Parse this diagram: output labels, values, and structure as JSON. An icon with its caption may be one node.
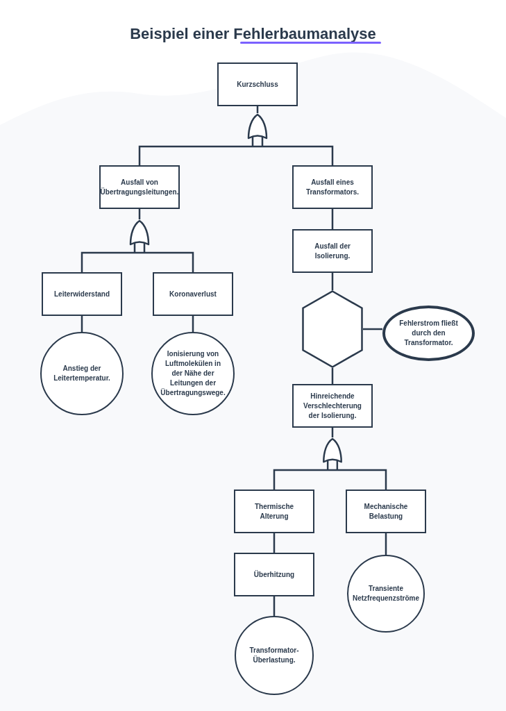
{
  "diagram": {
    "title": "Beispiel einer Fehlerbaumanalyse",
    "nodes": [
      {
        "text": [
          "Kurzschluss"
        ]
      },
      {
        "text": [],
        "shape": "gate"
      },
      {
        "text": [
          "Ausfall von Übertragungsleitungen."
        ]
      },
      {
        "text": [
          "Ausfall eines Transformators."
        ]
      },
      {
        "text": [],
        "shape": "gate"
      },
      {
        "text": [
          "Leiterwiderstand"
        ]
      },
      {
        "text": [
          "Koronaverlust"
        ]
      },
      {
        "text": [
          "Anstieg der Leitertemperatur."
        ]
      },
      {
        "text": [
          "Ionisierung von Luftmolekülen in der Nähe der Leitungen der Übertragungswege."
        ]
      },
      {
        "text": [
          "Ausfall der Isolierung."
        ]
      },
      {
        "text": [],
        "shape": "hexagon"
      },
      {
        "text": [
          "Fehlerstrom fließt durch den Transformator."
        ]
      },
      {
        "text": [
          "Hinreichende Verschlechterung der Isolierung."
        ]
      },
      {
        "text": [],
        "shape": "gate"
      },
      {
        "text": [
          "Thermische Alterung"
        ]
      },
      {
        "text": [
          "Mechanische Belastung"
        ]
      },
      {
        "text": [
          "Überhitzung"
        ]
      },
      {
        "text": [
          "Transiente Netzfrequenzströme"
        ]
      },
      {
        "text": [
          "Transformator-Überlastung."
        ]
      }
    ],
    "edges": [
      {
        "from": 0,
        "to": 1,
        "arrow": "none"
      },
      {
        "from": 1,
        "to": 2,
        "arrow": "none"
      },
      {
        "from": 1,
        "to": 3,
        "arrow": "none"
      },
      {
        "from": 2,
        "to": 4,
        "arrow": "none"
      },
      {
        "from": 4,
        "to": 5,
        "arrow": "none"
      },
      {
        "from": 4,
        "to": 6,
        "arrow": "none"
      },
      {
        "from": 5,
        "to": 7,
        "arrow": "none"
      },
      {
        "from": 6,
        "to": 8,
        "arrow": "none"
      },
      {
        "from": 3,
        "to": 9,
        "arrow": "none"
      },
      {
        "from": 9,
        "to": 10,
        "arrow": "none"
      },
      {
        "from": 10,
        "to": 11,
        "arrow": "none"
      },
      {
        "from": 10,
        "to": 12,
        "arrow": "none"
      },
      {
        "from": 12,
        "to": 13,
        "arrow": "none"
      },
      {
        "from": 13,
        "to": 14,
        "arrow": "none"
      },
      {
        "from": 13,
        "to": 15,
        "arrow": "none"
      },
      {
        "from": 14,
        "to": 16,
        "arrow": "none"
      },
      {
        "from": 16,
        "to": 18,
        "arrow": "none"
      },
      {
        "from": 15,
        "to": 17,
        "arrow": "none"
      }
    ]
  }
}
